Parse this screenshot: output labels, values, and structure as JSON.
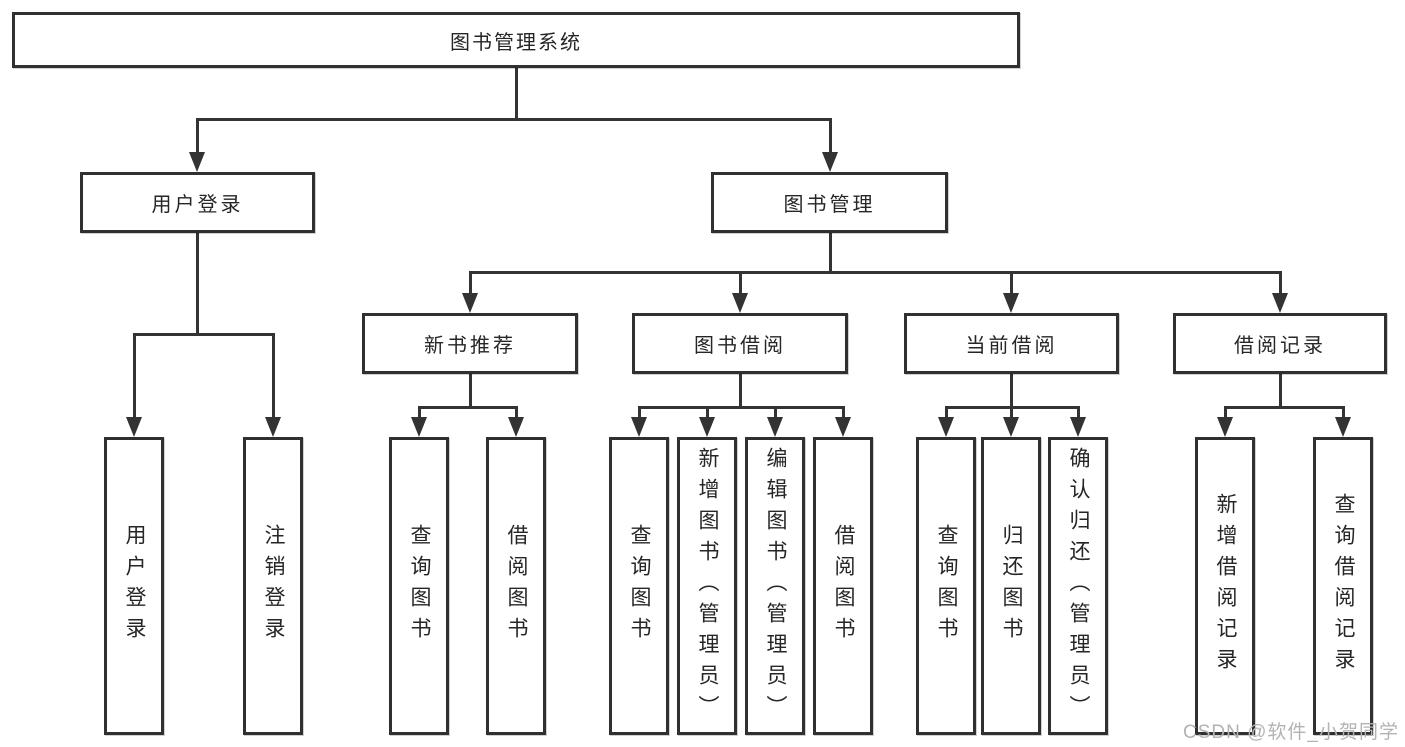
{
  "diagram": {
    "root": {
      "label": "图书管理系统",
      "children": [
        {
          "label": "用户登录",
          "children": [
            {
              "label": "用户登录"
            },
            {
              "label": "注销登录"
            }
          ]
        },
        {
          "label": "图书管理",
          "children": [
            {
              "label": "新书推荐",
              "children": [
                {
                  "label": "查询图书"
                },
                {
                  "label": "借阅图书"
                }
              ]
            },
            {
              "label": "图书借阅",
              "children": [
                {
                  "label": "查询图书"
                },
                {
                  "label": "新增图书（管理员）"
                },
                {
                  "label": "编辑图书（管理员）"
                },
                {
                  "label": "借阅图书"
                }
              ]
            },
            {
              "label": "当前借阅",
              "children": [
                {
                  "label": "查询图书"
                },
                {
                  "label": "归还图书"
                },
                {
                  "label": "确认归还（管理员）"
                }
              ]
            },
            {
              "label": "借阅记录",
              "children": [
                {
                  "label": "新增借阅记录"
                },
                {
                  "label": "查询借阅记录"
                }
              ]
            }
          ]
        }
      ]
    }
  },
  "watermark": {
    "text": "CSDN @软件_小贺同学"
  },
  "colors": {
    "background": "#ffffff",
    "line": "#333333",
    "box_border": "#303030",
    "text": "#262626",
    "watermark": "#b3b3b3"
  }
}
